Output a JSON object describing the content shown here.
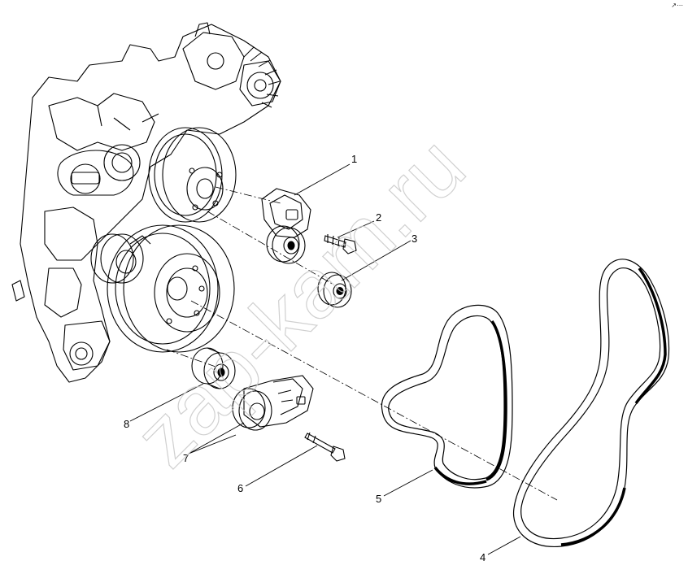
{
  "callouts": [
    {
      "id": "1",
      "label": "1"
    },
    {
      "id": "2",
      "label": "2"
    },
    {
      "id": "3",
      "label": "3"
    },
    {
      "id": "4",
      "label": "4"
    },
    {
      "id": "5",
      "label": "5"
    },
    {
      "id": "6",
      "label": "6"
    },
    {
      "id": "7",
      "label": "7"
    },
    {
      "id": "8",
      "label": "8"
    }
  ],
  "watermark": "zap-kam.ru",
  "corner_mark": "↗⋯"
}
